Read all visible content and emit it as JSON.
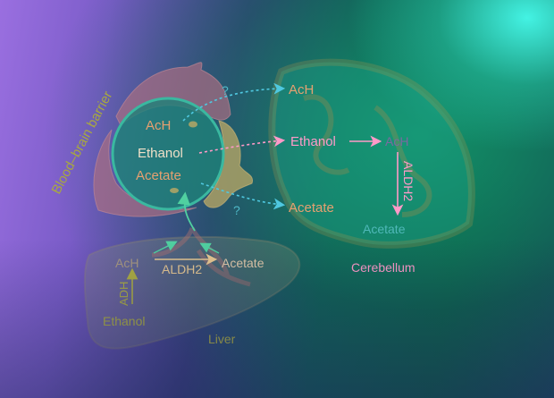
{
  "labels": {
    "bbb": "Blood–brain barrier",
    "vessel_ach": "AcH",
    "vessel_ethanol": "Ethanol",
    "vessel_acetate": "Acetate",
    "question_top": "?",
    "question_bottom": "?",
    "brain_ach": "AcH",
    "brain_ethanol": "Ethanol",
    "brain_acetate": "Acetate",
    "cb_ach": "AcH",
    "cb_aldh2": "ALDH2",
    "cb_acetate": "Acetate",
    "cerebellum": "Cerebellum",
    "liver_ach": "AcH",
    "liver_aldh2": "ALDH2",
    "liver_acetate": "Acetate",
    "liver_adh": "ADH",
    "liver_ethanol": "Ethanol",
    "liver": "Liver"
  },
  "colors": {
    "orange": "#e6a070",
    "pink": "#ff9ac8",
    "cyan": "#4fc8e0",
    "olive": "#b0b040",
    "tan": "#e8c890"
  }
}
